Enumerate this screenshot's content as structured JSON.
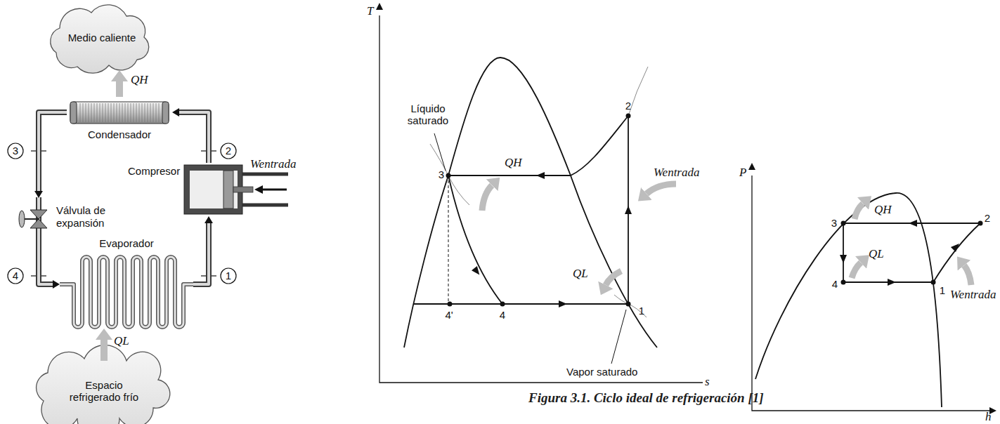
{
  "diagram": {
    "caption": "Figura 3.1. Ciclo ideal de refrigeración [1]",
    "nodes": [
      {
        "text": [
          "Medio caliente"
        ]
      },
      {
        "text": [
          "Condensador"
        ]
      },
      {
        "text": [
          "Compresor"
        ]
      },
      {
        "text": [
          "Válvula de expansión"
        ]
      },
      {
        "text": [
          "Evaporador"
        ]
      },
      {
        "text": [
          "Espacio refrigerado frío"
        ]
      }
    ],
    "edges": [
      {
        "from": 2,
        "to": 1,
        "arrow": "to"
      },
      {
        "from": 1,
        "to": 3,
        "arrow": "to"
      },
      {
        "from": 3,
        "to": 4,
        "arrow": "to"
      },
      {
        "from": 4,
        "to": 2,
        "arrow": "to"
      },
      {
        "from": 1,
        "to": 0,
        "label": "QH",
        "arrow": "to"
      },
      {
        "from": 5,
        "to": 4,
        "label": "QL",
        "arrow": "to"
      }
    ],
    "labels": [
      "3",
      "2",
      "4",
      "1",
      "Wentrada",
      "T",
      "Líquido saturado",
      "3",
      "QH",
      "2",
      "Wentrada",
      "4'",
      "4",
      "QL",
      "1",
      "Vapor saturado",
      "s",
      "P",
      "3",
      "QH",
      "2",
      "QL",
      "4",
      "1",
      "Wentrada",
      "h"
    ]
  }
}
